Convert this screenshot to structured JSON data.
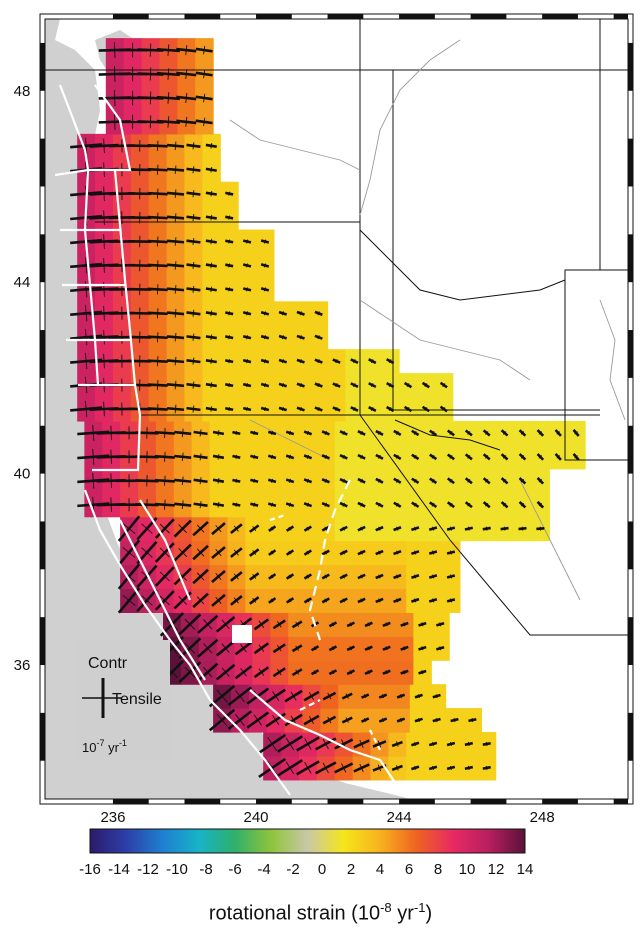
{
  "map": {
    "lon_ticks": [
      "236",
      "240",
      "244",
      "248"
    ],
    "lat_ticks": [
      "48",
      "44",
      "40",
      "36"
    ],
    "lon_range": [
      234.1,
      250.4
    ],
    "lat_range": [
      33.2,
      49.5
    ],
    "land_color": "#ffffff",
    "ocean_color": "#d0d0d0",
    "grid_cell_deg": 0.5
  },
  "legend": {
    "contraction_label": "Contr",
    "tensile_label": "Tensile",
    "scale_label": "10",
    "scale_exp": "-7",
    "scale_unit": " yr",
    "scale_unit_exp": "-1"
  },
  "colorbar": {
    "tick_labels": [
      "-16",
      "-14",
      "-12",
      "-10",
      "-8",
      "-6",
      "-4",
      "-2",
      "0",
      "2",
      "4",
      "6",
      "8",
      "10",
      "12",
      "14"
    ],
    "range": [
      -16,
      14
    ],
    "stops": [
      "#2b1b6b",
      "#2c3fa8",
      "#1f7fd0",
      "#17b3c8",
      "#2fb06a",
      "#8fc43a",
      "#c8c8a8",
      "#f5e61a",
      "#f7b21e",
      "#ef6420",
      "#e82a63",
      "#b81f5f",
      "#5a1238"
    ],
    "title_prefix": "rotational strain (10",
    "title_exp1": "-8",
    "title_mid": " yr",
    "title_exp2": "-1",
    "title_suffix": ")"
  }
}
